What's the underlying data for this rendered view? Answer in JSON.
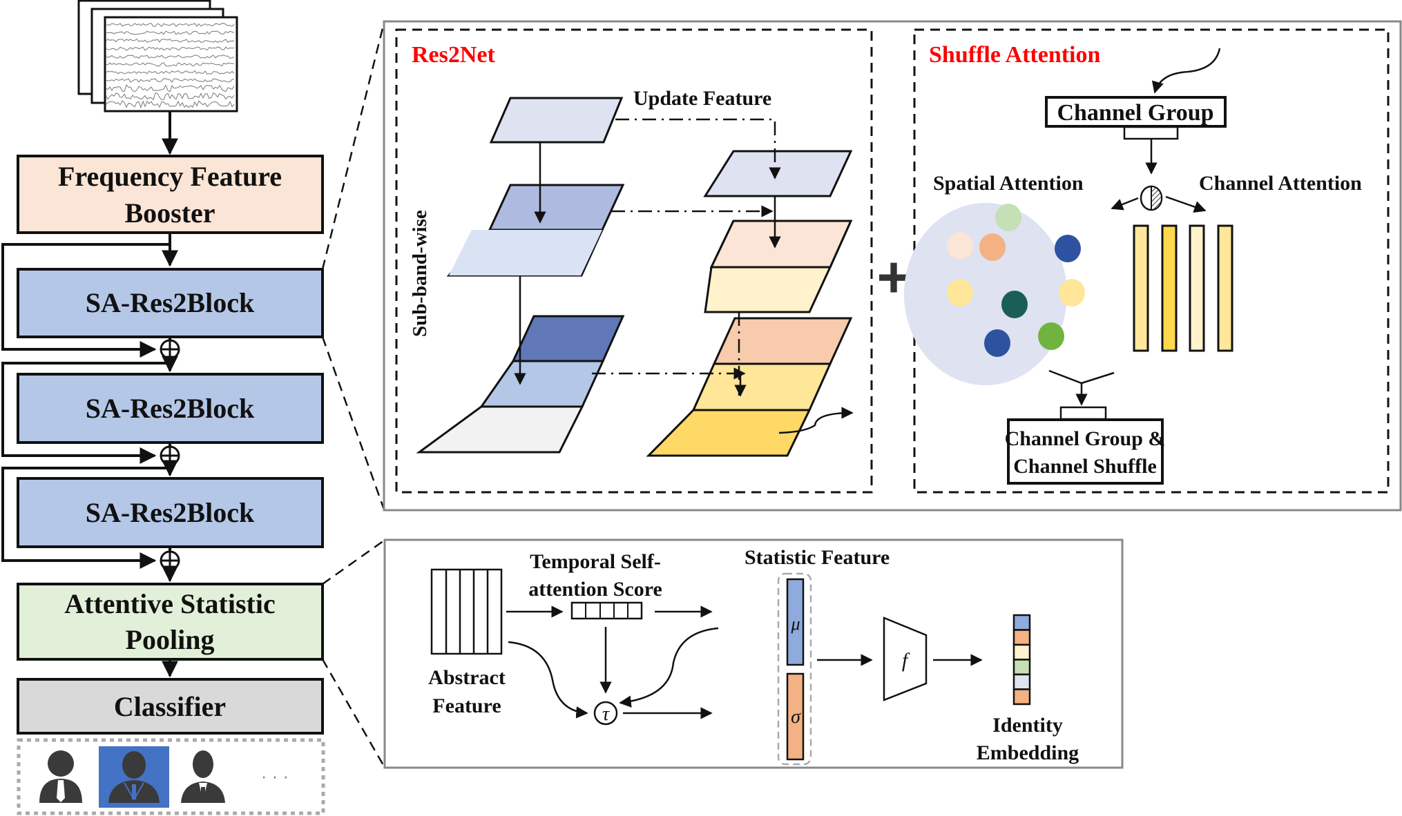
{
  "backbone": {
    "frequency_feature_booster": [
      "Frequency Feature",
      "Booster"
    ],
    "blocks": [
      "SA-Res2Block",
      "SA-Res2Block",
      "SA-Res2Block"
    ],
    "attentive_statistic_pooling": [
      "Attentive Statistic",
      "Pooling"
    ],
    "classifier": "Classifier",
    "speakers": {
      "icons": [
        "person-tie-icon",
        "person-suit-icon",
        "person-bowtie-icon"
      ],
      "highlighted_index": 1,
      "ellipsis": "· · ·"
    }
  },
  "res2net": {
    "title": "Res2Net",
    "update_feature": "Update Feature",
    "side_label": "Sub-band-wise"
  },
  "plus_symbol": "+",
  "shuffle_attention": {
    "title": "Shuffle Attention",
    "channel_group": "Channel Group",
    "spatial_attention": "Spatial Attention",
    "channel_attention": "Channel Attention",
    "output_box": [
      "Channel Group  &",
      "Channel Shuffle"
    ]
  },
  "pooling_detail": {
    "abstract_feature": [
      "Abstract",
      "Feature"
    ],
    "temporal_score": [
      "Temporal Self-",
      "attention Score"
    ],
    "statistic_feature": "Statistic Feature",
    "mu_symbol": "μ",
    "sigma_symbol": "σ",
    "tau_symbol": "τ",
    "f_symbol": "f",
    "identity_embedding": [
      "Identity",
      "Embedding"
    ]
  },
  "colors": {
    "title_red": "#ff0000",
    "booster_fill": "#fbe5d6",
    "block_fill": "#b4c7e7",
    "pooling_fill": "#e2f0d9",
    "classifier_fill": "#d9d9d9",
    "highlight_blue": "#4472c4",
    "spatial_blob": "#dee2f1",
    "mu_fill": "#8faadc",
    "sigma_fill": "#f4b183"
  }
}
